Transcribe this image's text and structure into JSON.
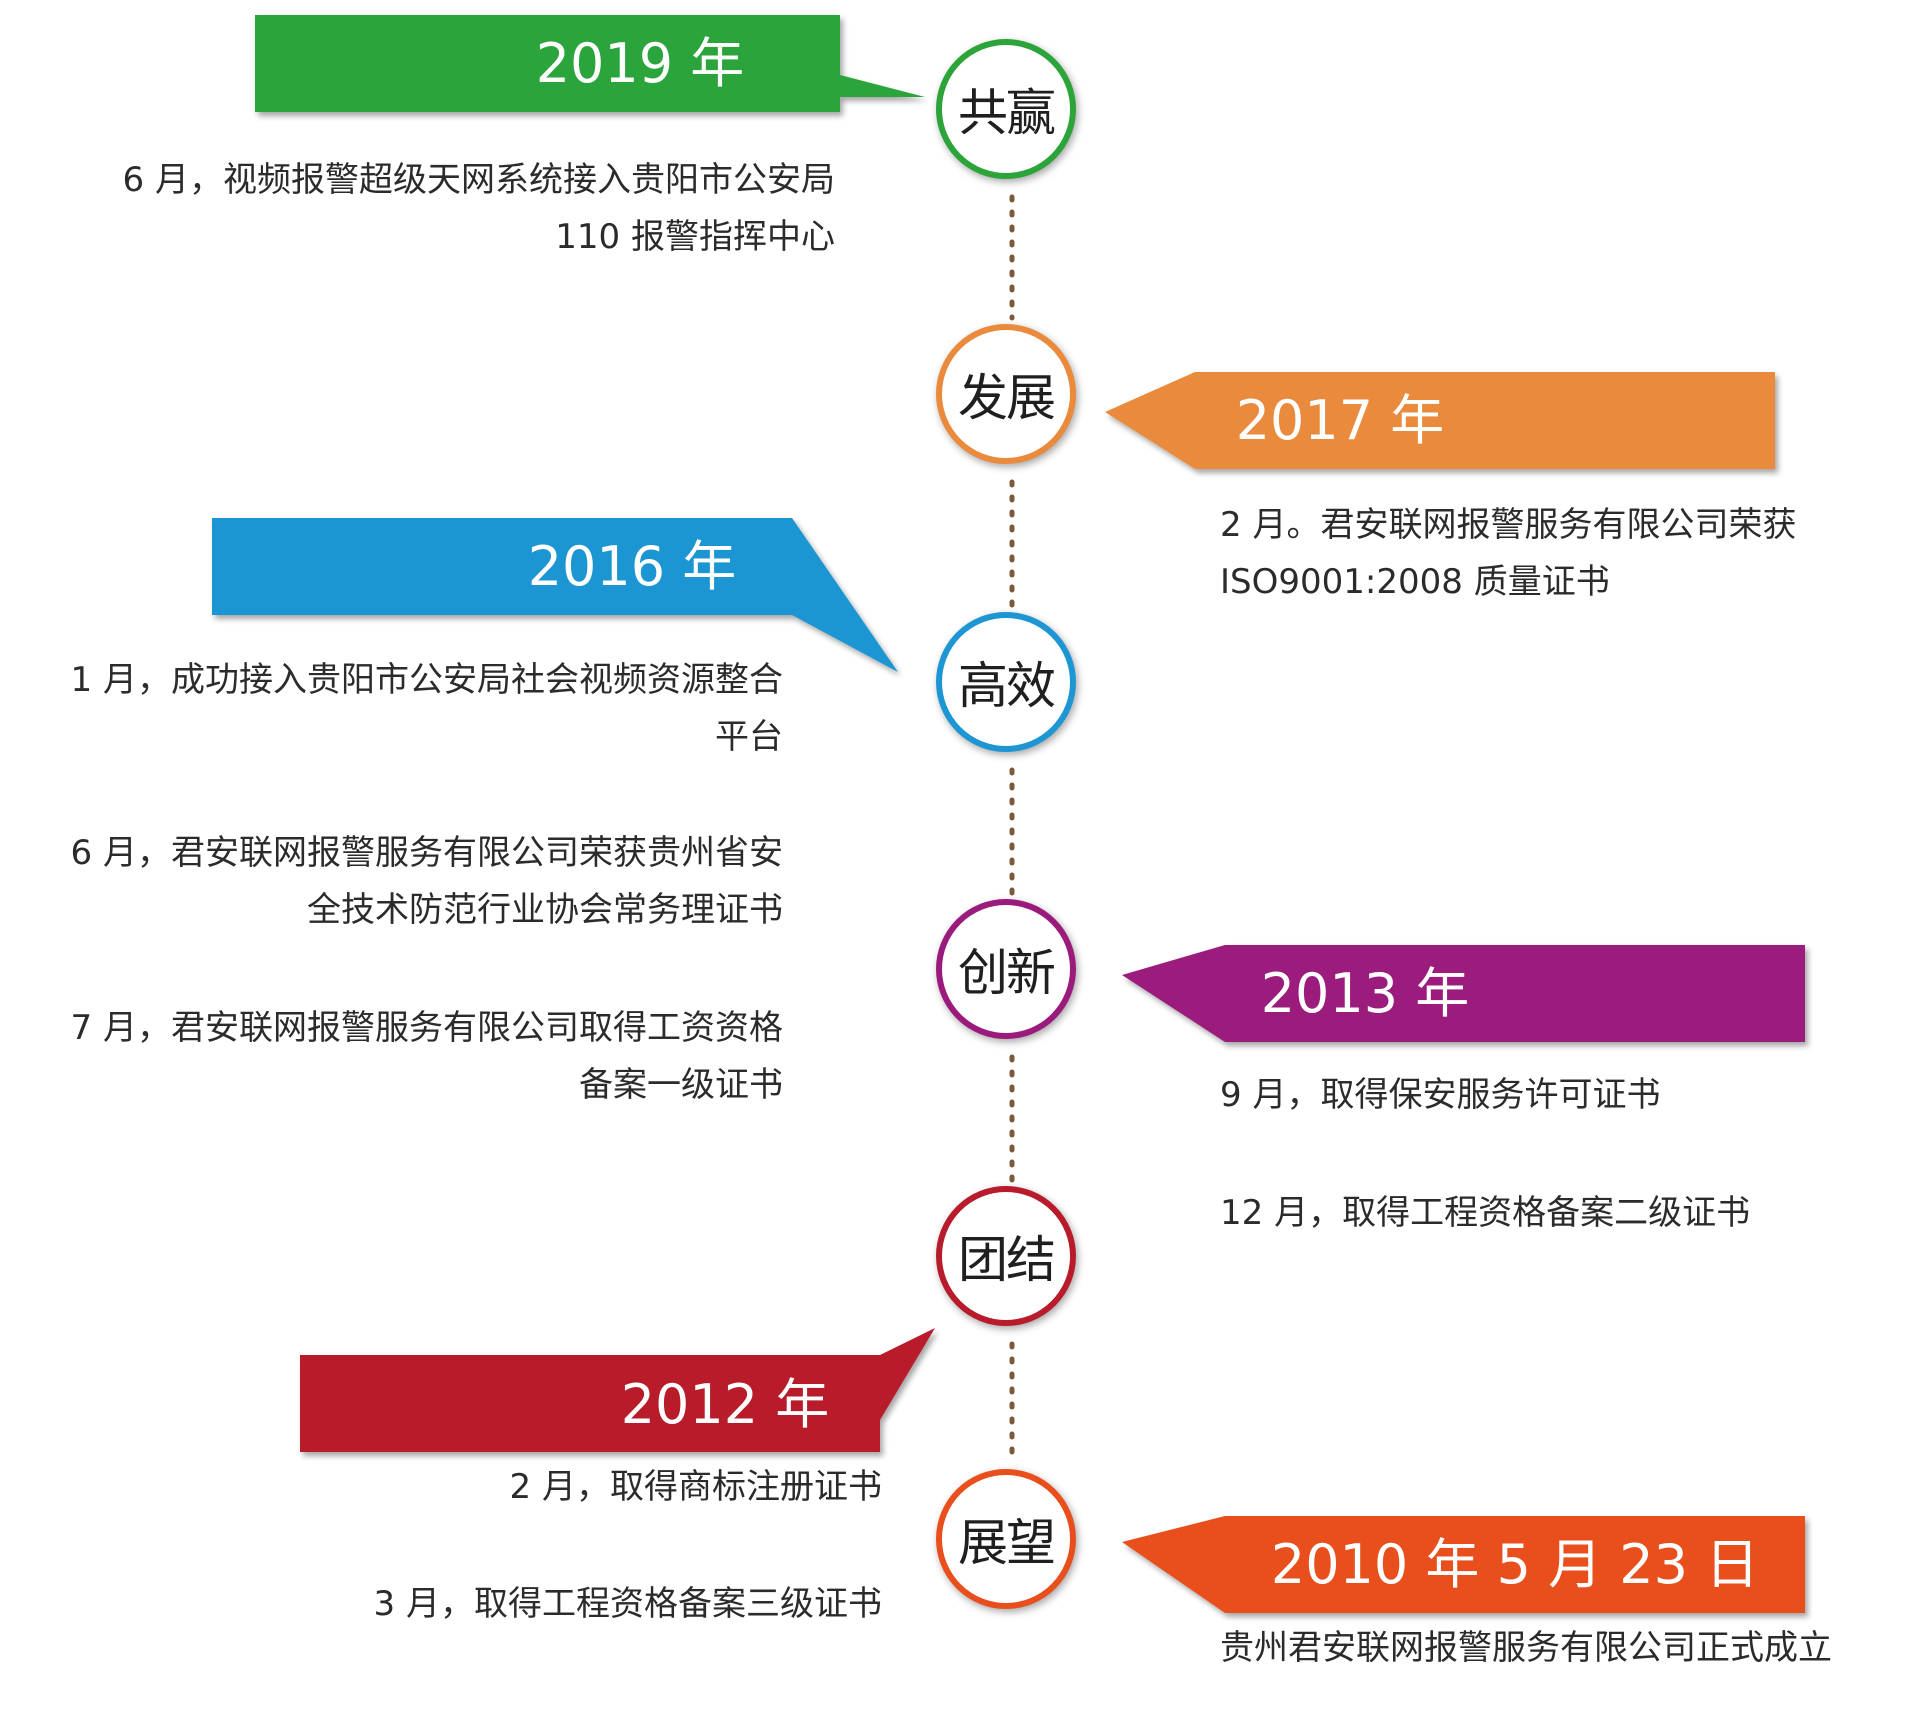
{
  "milestones": [
    {
      "node": "共赢",
      "year": "2019 年",
      "color": "#2ca43a",
      "events": [
        "6 月，视频报警超级天网系统接入贵阳市公安局 110 报警指挥中心"
      ]
    },
    {
      "node": "发展",
      "year": "2017 年",
      "color": "#e98a3c",
      "events": [
        "2 月。君安联网报警服务有限公司荣获 ISO9001:2008 质量证书"
      ]
    },
    {
      "node": "高效",
      "year": "2016 年",
      "color": "#1e96d3",
      "events": [
        "1 月，成功接入贵阳市公安局社会视频资源整合平台",
        "6 月，君安联网报警服务有限公司荣获贵州省安全技术防范行业协会常务理证书",
        "7 月，君安联网报警服务有限公司取得工资资格备案一级证书"
      ]
    },
    {
      "node": "创新",
      "year": "2013 年",
      "color": "#9b1b7d",
      "events": [
        "9 月，取得保安服务许可证书",
        "12 月，取得工程资格备案二级证书"
      ]
    },
    {
      "node": "团结",
      "year": "2012 年",
      "color": "#b81b2b",
      "events": [
        "2 月，取得商标注册证书",
        "3 月，取得工程资格备案三级证书"
      ]
    },
    {
      "node": "展望",
      "year": "2010 年 5 月 23 日",
      "color": "#e84f1c",
      "events": [
        "贵州君安联网报警服务有限公司正式成立"
      ]
    }
  ],
  "colors": {
    "connector": "#7a5a3a",
    "text": "#2b2b2b"
  }
}
